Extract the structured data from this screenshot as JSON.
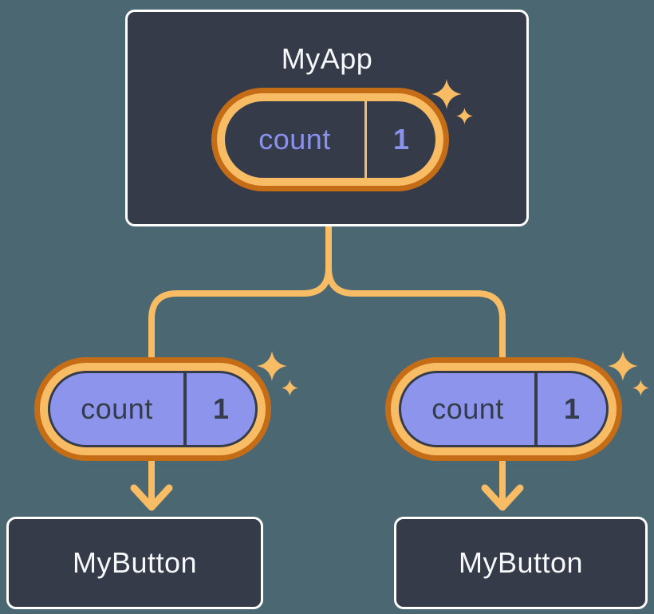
{
  "diagram_type": "react-component-tree-state-sharing",
  "colors": {
    "background": "#4B6771",
    "node_fill": "#353B48",
    "node_border": "#FFFFFF",
    "title_text": "#F7F8FA",
    "pill_ring_outer": "#C56C17",
    "pill_ring_inner": "#F8BC64",
    "pill_fill_purple": "#8C94EC",
    "state_text_purple": "#8A92EE",
    "prop_text_dark": "#353B48",
    "connector_line": "#F8BC64"
  },
  "icons": {
    "sparkle": "four-pointed-star"
  },
  "tree": {
    "root": {
      "title": "MyApp",
      "state": {
        "name": "count",
        "value": "1"
      }
    },
    "children": [
      {
        "title": "MyButton",
        "prop": {
          "name": "count",
          "value": "1"
        }
      },
      {
        "title": "MyButton",
        "prop": {
          "name": "count",
          "value": "1"
        }
      }
    ]
  }
}
